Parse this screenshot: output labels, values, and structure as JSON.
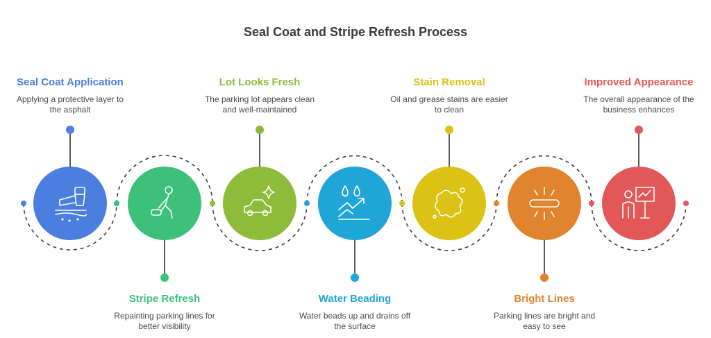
{
  "title": "Seal Coat and Stripe Refresh Process",
  "steps": [
    {
      "title": "Seal Coat Application",
      "desc": "Applying a protective layer to the asphalt",
      "color": "#4a7fe0",
      "icon": "seal-coat-sprayer-icon"
    },
    {
      "title": "Stripe Refresh",
      "desc": "Repainting parking lines for better visibility",
      "color": "#3cc07a",
      "icon": "person-painting-lines-icon"
    },
    {
      "title": "Lot Looks Fresh",
      "desc": "The parking lot appears clean and well-maintained",
      "color": "#8dbb3a",
      "icon": "car-sparkle-icon"
    },
    {
      "title": "Water Beading",
      "desc": "Water beads up and drains off the surface",
      "color": "#1fa6d6",
      "icon": "water-drops-icon"
    },
    {
      "title": "Stain Removal",
      "desc": "Oil and grease stains are easier to clean",
      "color": "#dcc214",
      "icon": "stain-splash-icon"
    },
    {
      "title": "Bright Lines",
      "desc": "Parking lines are bright and easy to see",
      "color": "#e0842d",
      "icon": "bright-line-icon"
    },
    {
      "title": "Improved Appearance",
      "desc": "The overall appearance of the business enhances",
      "color": "#e25757",
      "icon": "presentation-growth-icon"
    }
  ]
}
